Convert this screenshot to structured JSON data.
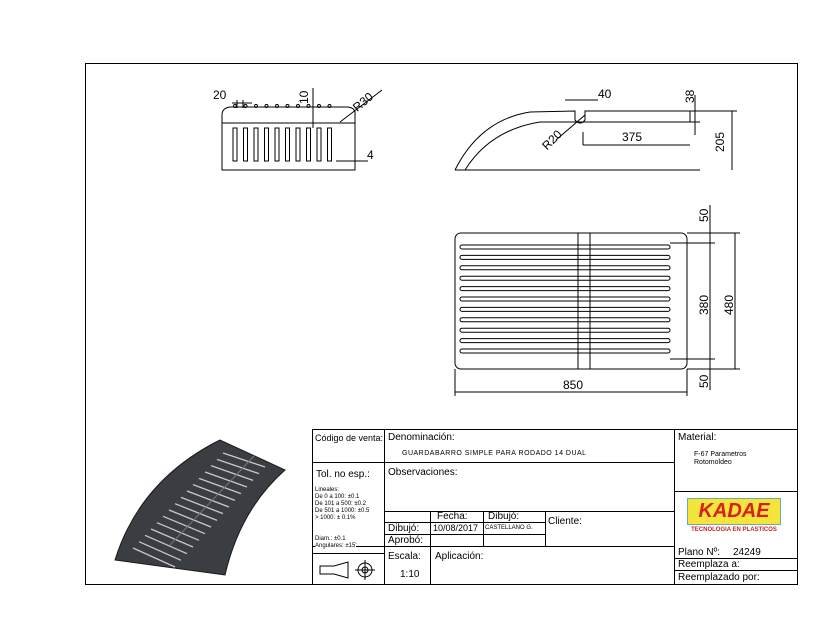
{
  "dimensions": {
    "front": {
      "d20": "20",
      "d10": "10",
      "r30": "R30",
      "d4": "4"
    },
    "side": {
      "d40": "40",
      "d38": "38",
      "r20": "R20",
      "d375": "375",
      "d205": "205"
    },
    "top": {
      "d50a": "50",
      "d380": "380",
      "d480": "480",
      "d50b": "50",
      "d850": "850"
    }
  },
  "title_block": {
    "codigo_label": "Código de venta:",
    "denominacion_label": "Denominación:",
    "denominacion_value": "GUARDABARRO SIMPLE PARA RODADO 14 DUAL",
    "material_label": "Material:",
    "material_value_1": "F-67 Parametros",
    "material_value_2": "Rotomoldeo",
    "tol_label": "Tol. no esp.:",
    "tol_lines": [
      "Lineales:",
      "De 0 a 100: ±0.1",
      "De 101 a 500: ±0.2",
      "De 501 a 1000: ±0.5",
      "> 1000: ± 0.1%"
    ],
    "diam": "Diam.: ±0.1",
    "angulares": "Angulares: ±15'",
    "observaciones_label": "Observaciones:",
    "fecha_label": "Fecha:",
    "dibujo_col_label": "Dibujó:",
    "dibujo_label": "Dibujó:",
    "fecha_value": "10/08/2017",
    "dibujante": "CASTELLANO G.",
    "aprobo_label": "Aprobó:",
    "cliente_label": "Cliente:",
    "escala_label": "Escala:",
    "escala_value": "1:10",
    "aplicacion_label": "Aplicación:",
    "plano_label": "Plano Nº:",
    "plano_value": "24249",
    "reemplaza_label": "Reemplaza a:",
    "reemplazado_label": "Reemplazado por:",
    "logo_text": "KADAE",
    "logo_sub": "TECNOLOGIA EN PLASTICOS"
  }
}
